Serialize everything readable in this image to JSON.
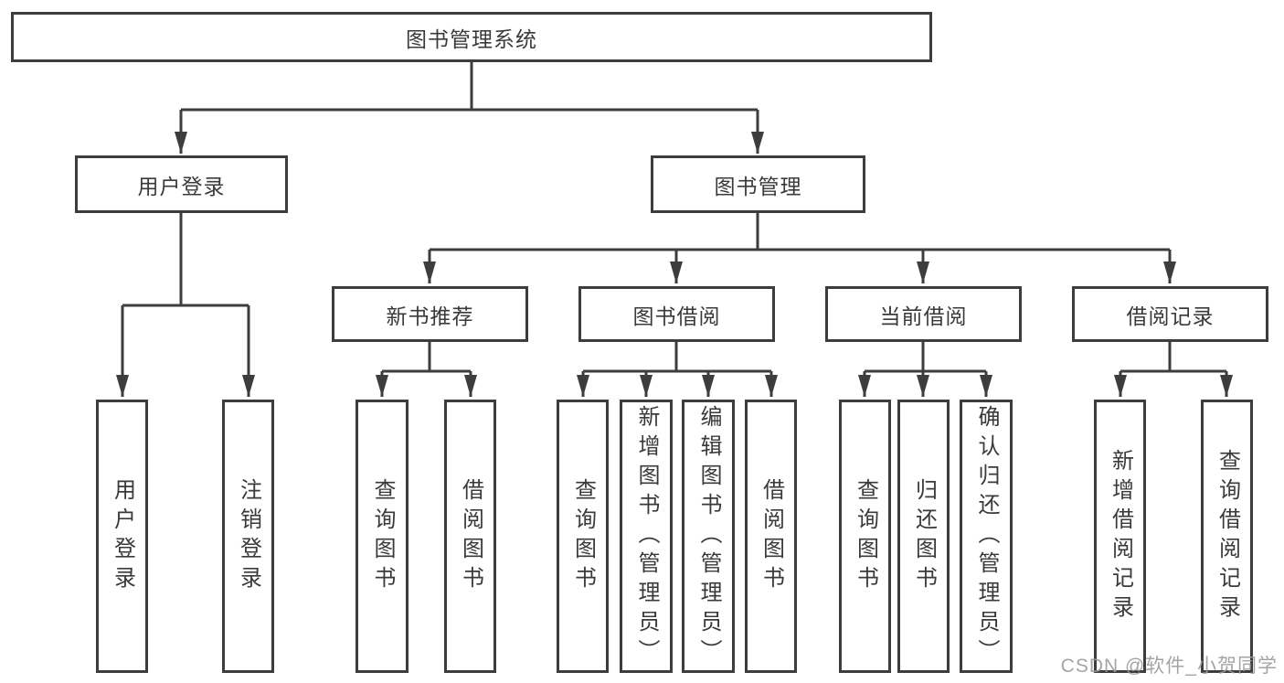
{
  "diagram": {
    "title": "图书管理系统",
    "root": {
      "label": "图书管理系统"
    },
    "level2": [
      {
        "label": "用户登录"
      },
      {
        "label": "图书管理"
      }
    ],
    "level3": [
      {
        "label": "新书推荐"
      },
      {
        "label": "图书借阅"
      },
      {
        "label": "当前借阅"
      },
      {
        "label": "借阅记录"
      }
    ],
    "leaves": [
      {
        "label": "用户登录",
        "parent": "用户登录"
      },
      {
        "label": "注销登录",
        "parent": "用户登录"
      },
      {
        "label": "查询图书",
        "parent": "新书推荐"
      },
      {
        "label": "借阅图书",
        "parent": "新书推荐"
      },
      {
        "label": "查询图书",
        "parent": "图书借阅"
      },
      {
        "label": "新增图书（管理员）",
        "parent": "图书借阅"
      },
      {
        "label": "编辑图书（管理员）",
        "parent": "图书借阅"
      },
      {
        "label": "借阅图书",
        "parent": "图书借阅"
      },
      {
        "label": "查询图书",
        "parent": "当前借阅"
      },
      {
        "label": "归还图书",
        "parent": "当前借阅"
      },
      {
        "label": "确认归还（管理员）",
        "parent": "当前借阅"
      },
      {
        "label": "新增借阅记录",
        "parent": "借阅记录"
      },
      {
        "label": "查询借阅记录",
        "parent": "借阅记录"
      }
    ]
  },
  "watermark": {
    "text": "CSDN @软件_小贺同学"
  },
  "colors": {
    "line": "#3d3d3d",
    "text": "#3a3a3a",
    "watermark": "#9b9b9b",
    "background": "#ffffff"
  }
}
